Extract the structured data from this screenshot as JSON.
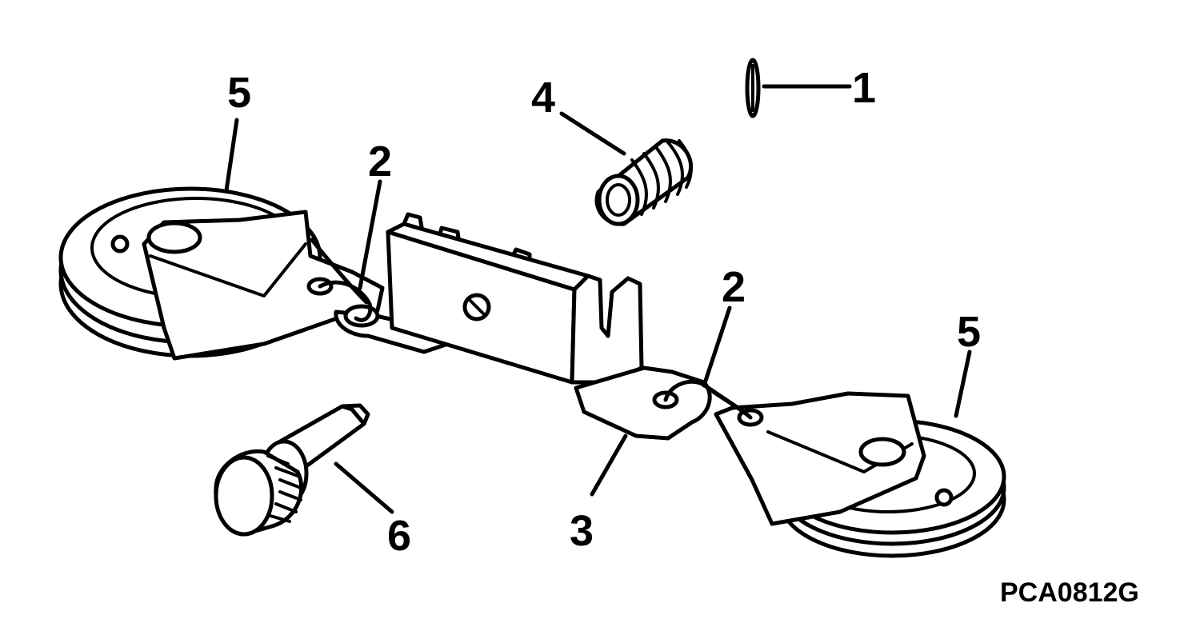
{
  "callouts": {
    "c1": "1",
    "c2a": "2",
    "c2b": "2",
    "c3": "3",
    "c4": "4",
    "c5a": "5",
    "c5b": "5",
    "c6": "6"
  },
  "figure_id": "PCA0812G"
}
